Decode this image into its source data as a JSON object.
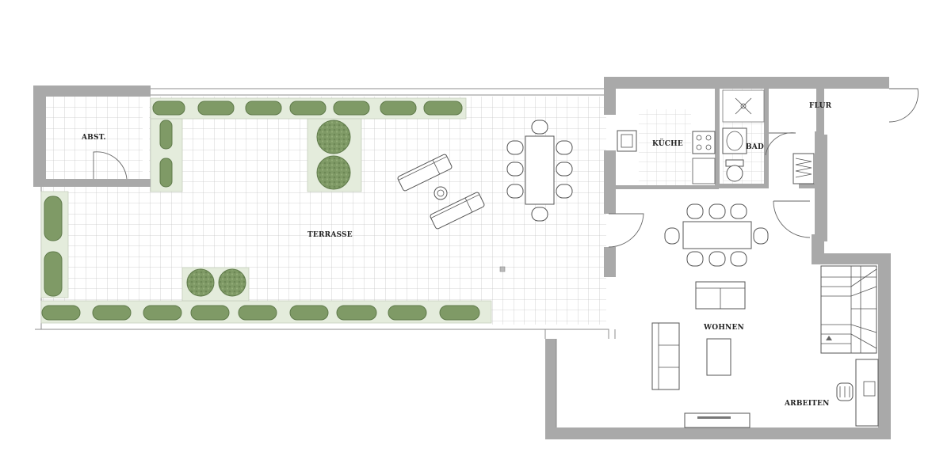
{
  "floorplan": {
    "rooms": {
      "abst": "ABST.",
      "terrasse": "TERRASSE",
      "kueche": "KÜCHE",
      "bad": "BAD",
      "flur": "FLUR",
      "wohnen": "WOHNEN",
      "arbeiten": "ARBEITEN"
    },
    "colors": {
      "wall": "#a9a9a9",
      "hedge": "#7f9a66",
      "planter": "#e4ecdc",
      "tile_grid": "#c8c8c8",
      "background": "#ffffff"
    },
    "furniture_icons": [
      "sun-lounger-icon",
      "dining-table-icon",
      "chair-icon",
      "sofa-icon",
      "coffee-table-icon",
      "stove-icon",
      "sink-icon",
      "toilet-icon",
      "shower-icon",
      "staircase-icon",
      "desk-icon",
      "office-chair-icon",
      "radiator-icon",
      "tree-icon",
      "hedge-icon"
    ]
  }
}
